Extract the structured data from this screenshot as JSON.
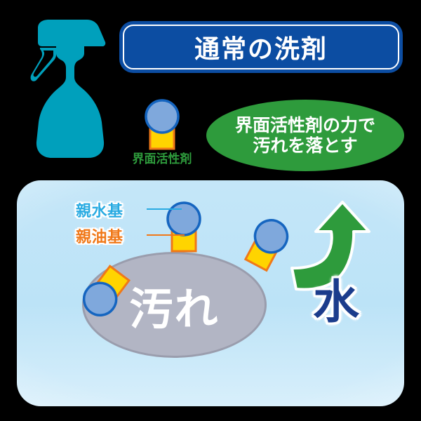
{
  "title": {
    "text": "通常の洗剤",
    "banner_color": "#0C4DA2",
    "text_color": "#FFFFFF"
  },
  "spray_bottle": {
    "icon": "spray-bottle-icon",
    "color": "#00A0BC"
  },
  "legend": {
    "molecule_label": "界面活性剤",
    "label_color": "#2E9B3C",
    "head_color": "#7FA8DC",
    "head_outline": "#1565C0",
    "tail_color": "#FFD400",
    "tail_outline": "#F07818"
  },
  "callout": {
    "line1": "界面活性剤の力で",
    "line2": "汚れを落とす",
    "background": "#2E9B3C",
    "text_color": "#FFFFFF"
  },
  "diagram": {
    "dirt_label": "汚れ",
    "dirt_color": "#B2B5C4",
    "dirt_text_color": "#FFFFFF",
    "hydrophilic_label": "親水基",
    "hydrophilic_color": "#29ABE2",
    "lipophilic_label": "親油基",
    "lipophilic_color": "#F07818",
    "water_label": "水",
    "water_text_color": "#1B3C8C",
    "arrow_color": "#2E9B3C",
    "panel_background": "#BCE3F7"
  }
}
